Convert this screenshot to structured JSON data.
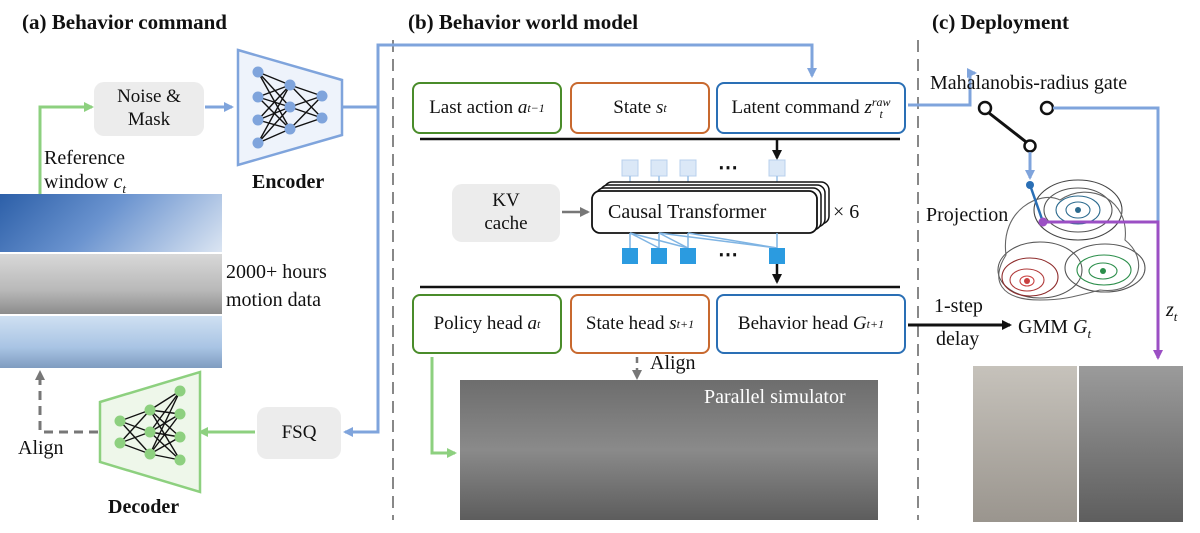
{
  "sections": {
    "a": "(a) Behavior command",
    "b": "(b) Behavior world model",
    "c": "(c) Deployment"
  },
  "panel_a": {
    "noise_mask": "Noise &\nMask",
    "reference_window": "Reference",
    "reference_window_2": "window",
    "reference_window_sym": "c",
    "reference_window_sub": "t",
    "encoder": "Encoder",
    "decoder": "Decoder",
    "motion_data_1": "2000+ hours",
    "motion_data_2": "motion data",
    "align": "Align",
    "fsq": "FSQ"
  },
  "panel_b": {
    "last_action": "Last action",
    "last_action_sym": "a",
    "last_action_sub": "t−1",
    "state": "State",
    "state_sym": "s",
    "state_sub": "t",
    "latent_command": "Latent command",
    "latent_sym": "z",
    "latent_sup": "raw",
    "latent_sub": "t",
    "kv_cache": "KV\ncache",
    "transformer": "Causal Transformer",
    "times_six": "× 6",
    "ellipsis": "⋯",
    "policy_head": "Policy head",
    "policy_sym": "a",
    "policy_sub": "t",
    "state_head": "State head",
    "state_head_sym": "s",
    "state_head_sub": "t+1",
    "behavior_head": "Behavior head",
    "behavior_sym": "G",
    "behavior_sub": "t+1",
    "align": "Align",
    "parallel_simulator": "Parallel simulator"
  },
  "panel_c": {
    "gate": "Mahalanobis-radius gate",
    "projection": "Projection",
    "delay_1": "1-step",
    "delay_2": "delay",
    "gmm": "GMM",
    "gmm_sym": "G",
    "gmm_sub": "t",
    "z_sym": "z",
    "z_sub": "t"
  },
  "colors": {
    "green": "#4a8c2a",
    "green_light": "#8dd07f",
    "orange": "#c8692f",
    "blue": "#2a6fb5",
    "blue_light": "#7fa4dc",
    "purple": "#9b4fc4",
    "grey_box": "#ececec",
    "dashed": "#777777"
  }
}
